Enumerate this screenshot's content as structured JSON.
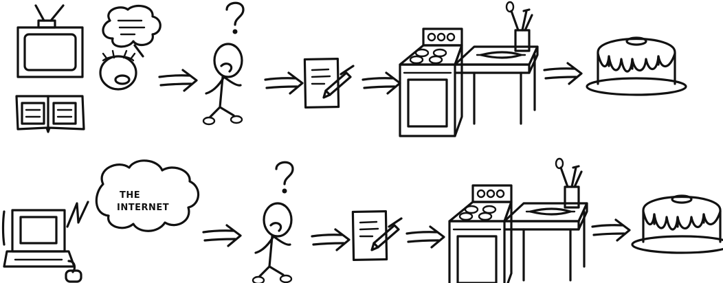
{
  "cloud": {
    "line1": "THE",
    "line2": "INTERNET"
  },
  "colors": {
    "ink": "#111111",
    "paper": "#ffffff"
  },
  "rows": [
    {
      "source": [
        "tv-icon",
        "book-icon",
        "thinking-cook-icon"
      ],
      "steps": [
        "arrow",
        "confused-person",
        "arrow",
        "recipe-note",
        "arrow",
        "kitchen",
        "arrow",
        "bundt-cake"
      ]
    },
    {
      "source": [
        "computer-icon",
        "internet-cloud"
      ],
      "steps": [
        "arrow",
        "confused-person",
        "arrow",
        "recipe-note",
        "arrow",
        "kitchen",
        "arrow",
        "bundt-cake"
      ]
    }
  ]
}
